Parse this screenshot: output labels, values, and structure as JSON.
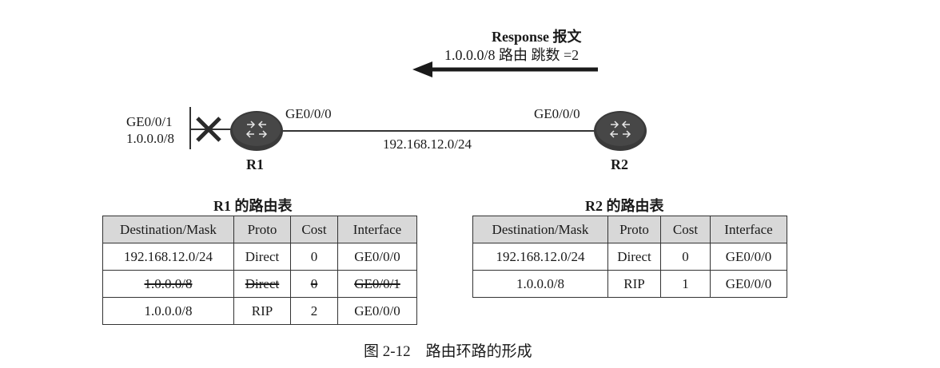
{
  "message": {
    "title": "Response 报文",
    "content": "1.0.0.0/8 路由 跳数 =2"
  },
  "topology": {
    "r1": {
      "name": "R1",
      "if_left_name": "GE0/0/1",
      "if_left_net": "1.0.0.0/8",
      "if_right_name": "GE0/0/0",
      "left_link_state": "down"
    },
    "r2": {
      "name": "R2",
      "if_name": "GE0/0/0"
    },
    "link_network": "192.168.12.0/24",
    "router_icon": "router-icon",
    "fault_icon": "cross-icon",
    "arrow_icon": "arrow-left-icon"
  },
  "r1_table": {
    "title": "R1 的路由表",
    "headers": [
      "Destination/Mask",
      "Proto",
      "Cost",
      "Interface"
    ],
    "rows": [
      {
        "cells": [
          "192.168.12.0/24",
          "Direct",
          "0",
          "GE0/0/0"
        ],
        "struck": false
      },
      {
        "cells": [
          "1.0.0.0/8",
          "Direct",
          "0",
          "GE0/0/1"
        ],
        "struck": true
      },
      {
        "cells": [
          "1.0.0.0/8",
          "RIP",
          "2",
          "GE0/0/0"
        ],
        "struck": false
      }
    ]
  },
  "r2_table": {
    "title": "R2 的路由表",
    "headers": [
      "Destination/Mask",
      "Proto",
      "Cost",
      "Interface"
    ],
    "rows": [
      {
        "cells": [
          "192.168.12.0/24",
          "Direct",
          "0",
          "GE0/0/0"
        ],
        "struck": false
      },
      {
        "cells": [
          "1.0.0.0/8",
          "RIP",
          "1",
          "GE0/0/0"
        ],
        "struck": false
      }
    ]
  },
  "caption": "图 2-12　路由环路的形成",
  "colors": {
    "router_fill": "#3a3a3a",
    "header_fill": "#d8d8d8",
    "line": "#333333"
  }
}
